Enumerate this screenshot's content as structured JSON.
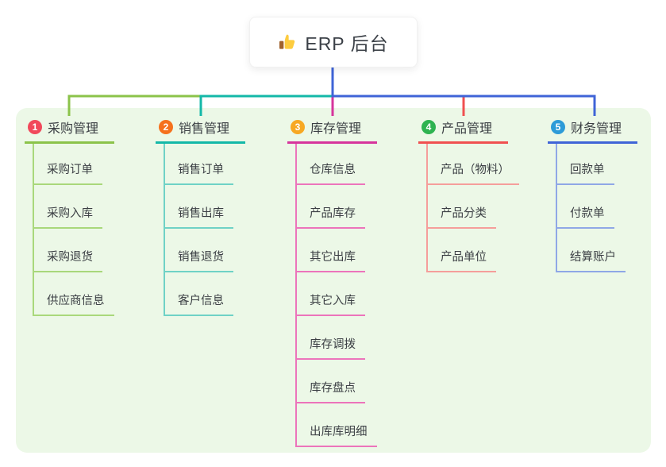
{
  "root": {
    "label": "ERP 后台",
    "icon": "thumbs-up-icon"
  },
  "board_background": "#ecf8e7",
  "branches": [
    {
      "num": "1",
      "label": "采购管理",
      "badge_color": "#f1495b",
      "line_color": "#8bc34a",
      "light_color": "#a9d87b",
      "children": [
        "采购订单",
        "采购入库",
        "采购退货",
        "供应商信息"
      ]
    },
    {
      "num": "2",
      "label": "销售管理",
      "badge_color": "#f5711d",
      "line_color": "#14b8a8",
      "light_color": "#6fd2c6",
      "children": [
        "销售订单",
        "销售出库",
        "销售退货",
        "客户信息"
      ]
    },
    {
      "num": "3",
      "label": "库存管理",
      "badge_color": "#f7a823",
      "line_color": "#d6359c",
      "light_color": "#ec74bb",
      "children": [
        "仓库信息",
        "产品库存",
        "其它出库",
        "其它入库",
        "库存调拨",
        "库存盘点",
        "出库库明细"
      ]
    },
    {
      "num": "4",
      "label": "产品管理",
      "badge_color": "#2eb350",
      "line_color": "#f05050",
      "light_color": "#f59e9b",
      "children": [
        "产品（物料）",
        "产品分类",
        "产品单位"
      ]
    },
    {
      "num": "5",
      "label": "财务管理",
      "badge_color": "#2d9bd8",
      "line_color": "#3f64d7",
      "light_color": "#8fa7e6",
      "children": [
        "回款单",
        "付款单",
        "结算账户"
      ]
    }
  ]
}
